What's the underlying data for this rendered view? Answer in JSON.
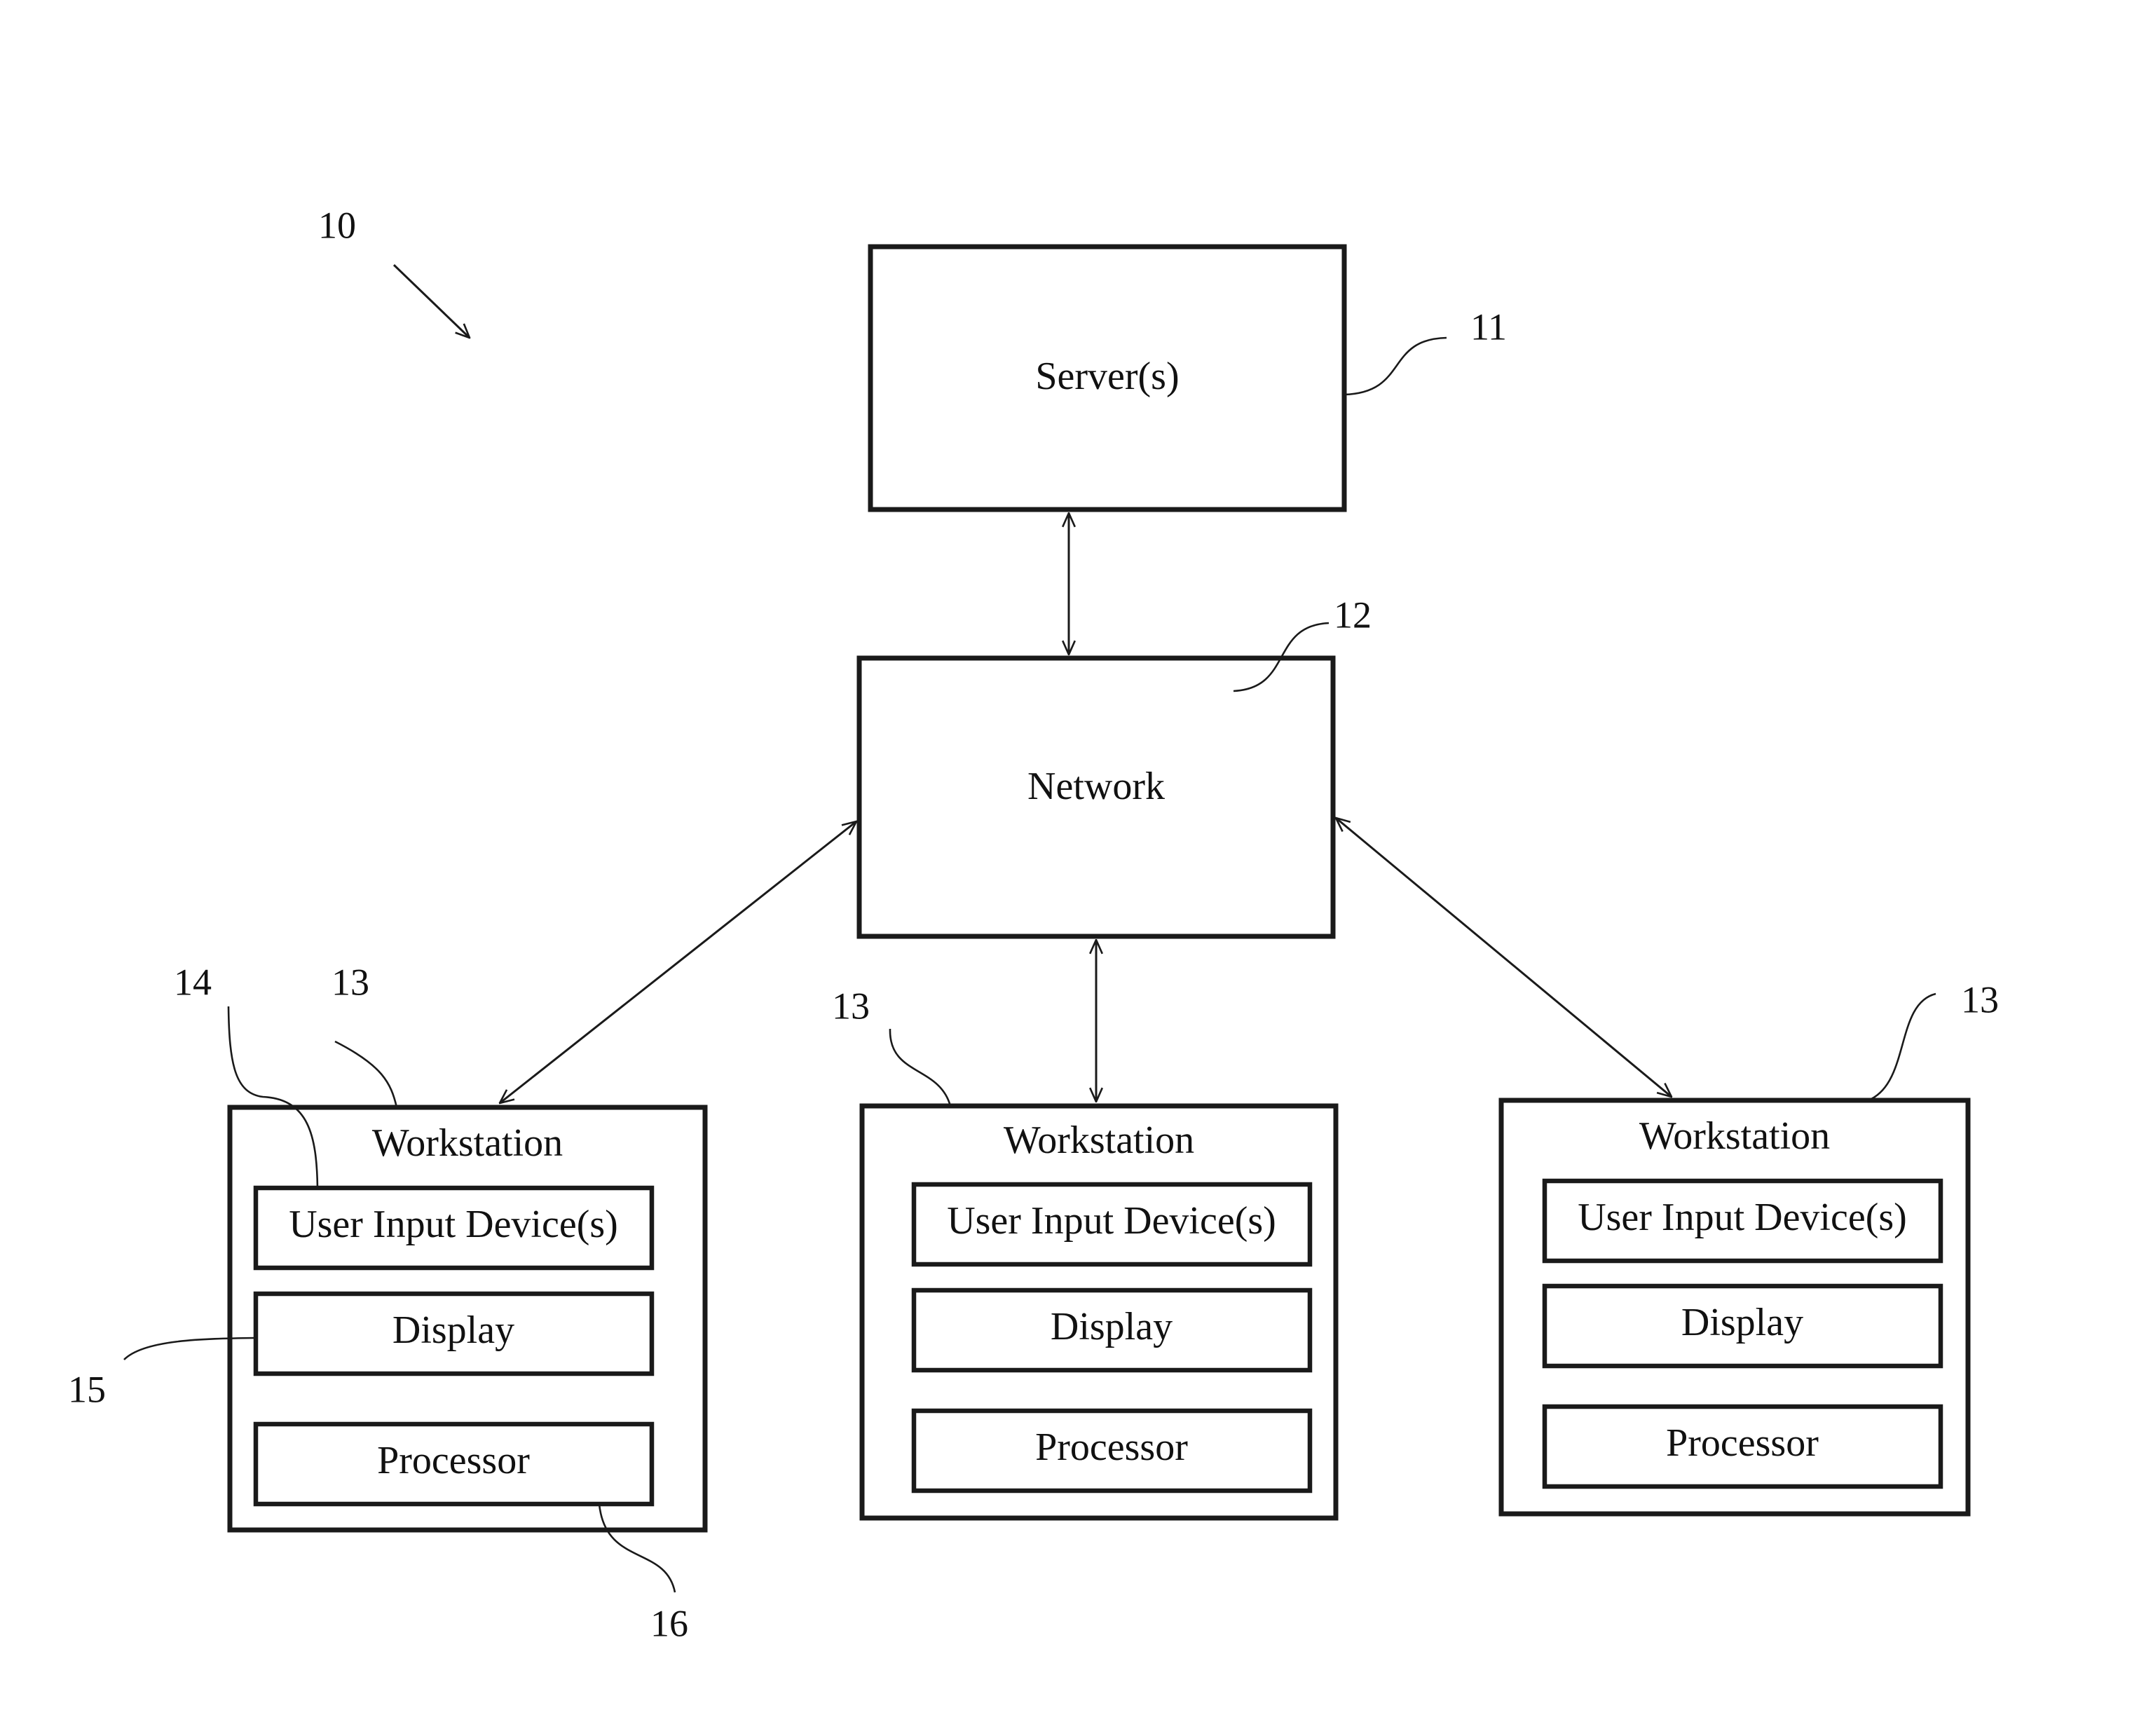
{
  "figure": {
    "reference_numeral": "10"
  },
  "server": {
    "label": "Server(s)",
    "ref": "11"
  },
  "network": {
    "label": "Network",
    "ref": "12"
  },
  "workstations": [
    {
      "title": "Workstation",
      "ref": "13",
      "components": [
        "User Input Device(s)",
        "Display",
        "Processor"
      ],
      "component_refs": [
        "14",
        "15",
        "16"
      ]
    },
    {
      "title": "Workstation",
      "ref": "13",
      "components": [
        "User Input Device(s)",
        "Display",
        "Processor"
      ]
    },
    {
      "title": "Workstation",
      "ref": "13",
      "components": [
        "User Input Device(s)",
        "Display",
        "Processor"
      ]
    }
  ]
}
